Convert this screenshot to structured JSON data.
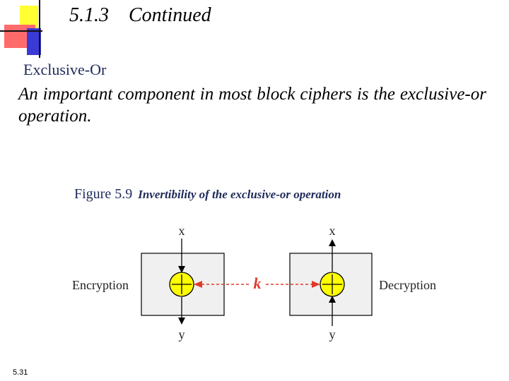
{
  "slide": {
    "section_number": "5.1.3",
    "section_title": "Continued",
    "subtitle": "Exclusive-Or",
    "body_text": "An important component in most block ciphers is the exclusive-or operation.",
    "page_number": "5.31"
  },
  "figure": {
    "number": "Figure 5.9",
    "caption": "Invertibility of the exclusive-or operation",
    "left_box_label": "Encryption",
    "right_box_label": "Decryption",
    "key_label": "k",
    "left_top_label": "x",
    "left_bottom_label": "y",
    "right_top_label": "x",
    "right_bottom_label": "y",
    "colors": {
      "xor_fill": "#ffff00",
      "key_arrow": "#e03a2a",
      "box_fill": "#f0f0f0"
    }
  }
}
